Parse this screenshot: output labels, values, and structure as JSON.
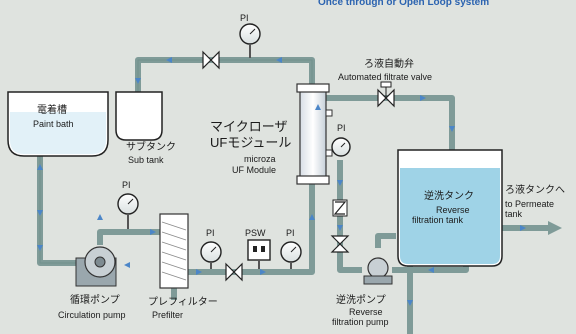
{
  "header": {
    "system_title": "Once through or Open Loop system"
  },
  "components": {
    "paint_bath": {
      "jp": "電着槽",
      "en": "Paint bath"
    },
    "sub_tank": {
      "jp": "サブタンク",
      "en": "Sub tank"
    },
    "uf_module": {
      "jp1": "マイクローザ",
      "jp2": "UFモジュール",
      "en1": "microza",
      "en2": "UF Module"
    },
    "filtrate_valve": {
      "jp": "ろ液自動弁",
      "en": "Automated filtrate valve"
    },
    "reverse_tank": {
      "jp": "逆洗タンク",
      "en1": "Reverse",
      "en2": "filtration tank"
    },
    "permeate_tank": {
      "jp": "ろ液タンクへ",
      "en1": "to Permeate",
      "en2": "tank"
    },
    "circulation_pump": {
      "jp": "循環ポンプ",
      "en": "Circulation pump"
    },
    "prefilter": {
      "jp": "プレフィルター",
      "en": "Prefilter"
    },
    "reverse_pump": {
      "jp": "逆洗ポンプ",
      "en1": "Reverse",
      "en2": "filtration pump"
    }
  },
  "instruments": {
    "pi": "PI",
    "psw": "PSW"
  },
  "colors": {
    "pipe": "#7f9b98",
    "pipe_edge": "#5d7a78",
    "flow_arrow": "#4c86c8",
    "tank_water": "#cfe8f3",
    "reverse_water": "#9fd3e7",
    "title": "#2b63b0"
  }
}
